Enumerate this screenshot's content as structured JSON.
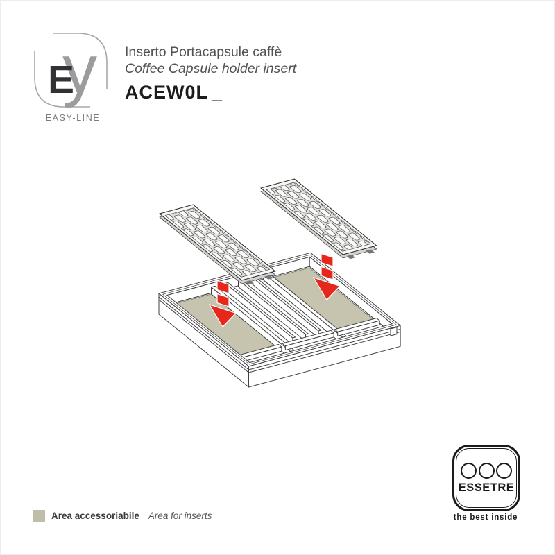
{
  "header": {
    "logo_letter_e": "E",
    "logo_letter_y": "y",
    "logo_caption": "EASY-LINE",
    "title_it": "Inserto Portacapsule caffè",
    "title_en": "Coffee Capsule holder insert",
    "product_code": "ACEW0L",
    "product_code_suffix": "_"
  },
  "diagram": {
    "type": "exploded-isometric-technical-drawing",
    "subject": "drawer cutlery insert with two perforated coffee-capsule grids",
    "accent_red": "#e6281c",
    "area_beige": "#c6c3ae",
    "line_color": "#3f3f41"
  },
  "legend": {
    "swatch_color": "#c0bda8",
    "label_it": "Area accessoriabile",
    "label_en": "Area for inserts"
  },
  "brand": {
    "name": "ESSETRE",
    "tagline": "the best inside"
  }
}
